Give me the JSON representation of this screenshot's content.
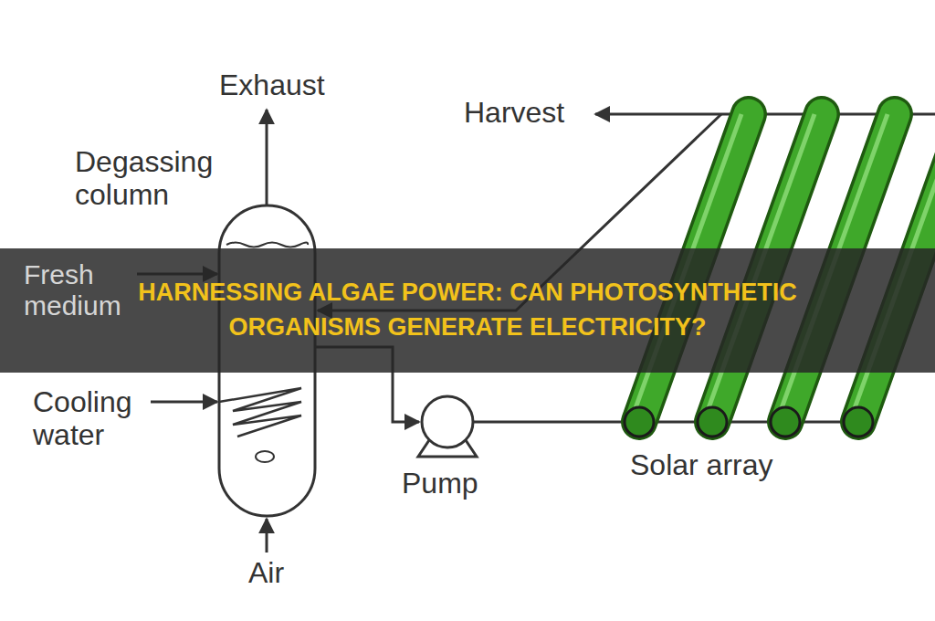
{
  "diagram": {
    "title": "HARNESSING ALGAE POWER: CAN PHOTOSYNTHETIC ORGANISMS GENERATE ELECTRICITY?",
    "labels": [
      "Exhaust",
      "Degassing column",
      "Fresh medium",
      "Cooling water",
      "Air",
      "Pump",
      "Harvest",
      "Solar array"
    ]
  }
}
